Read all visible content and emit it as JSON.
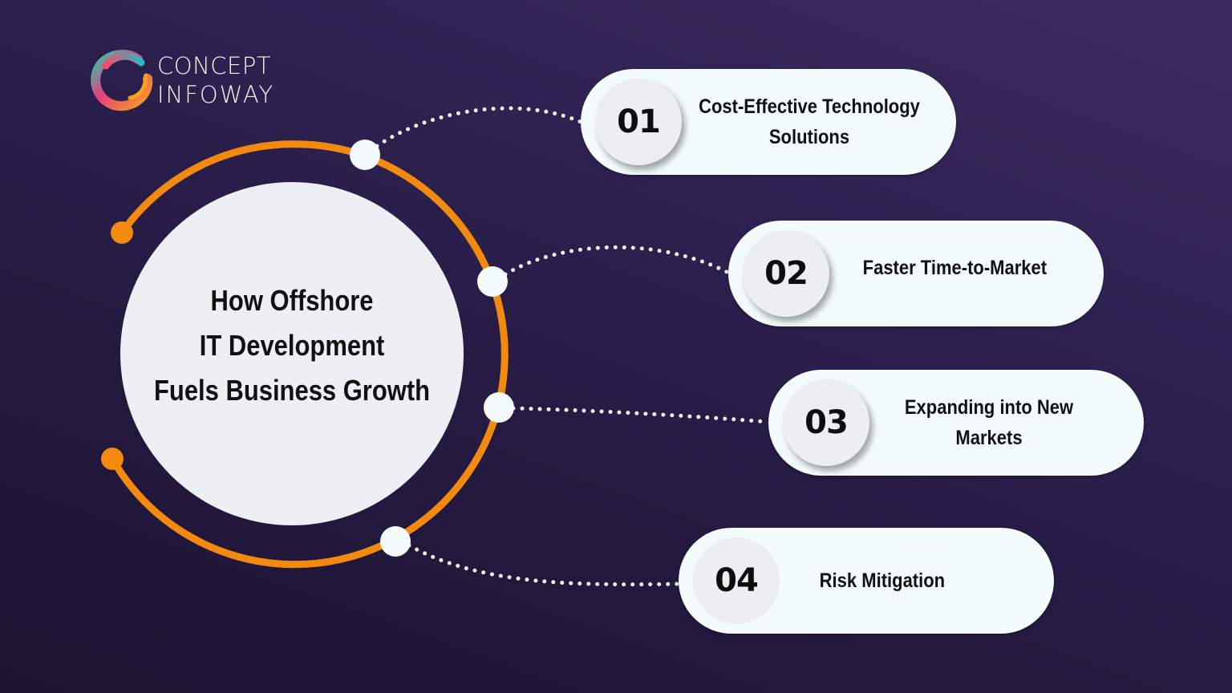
{
  "brand": {
    "line1": "CONCEPT",
    "line2": "INFOWAY",
    "logo_icon": "swirl-c-logo-icon"
  },
  "hub": {
    "title": "How Offshore\nIT Development\nFuels Business Growth"
  },
  "items": [
    {
      "number": "01",
      "label": "Cost-Effective Technology Solutions"
    },
    {
      "number": "02",
      "label": "Faster Time-to-Market"
    },
    {
      "number": "03",
      "label": "Expanding into New Markets"
    },
    {
      "number": "04",
      "label": "Risk Mitigation"
    }
  ],
  "colors": {
    "background_dark": "#1d1433",
    "background_light": "#3e2b5e",
    "accent_orange": "#f28a10",
    "pill_fill": "#f3fbfc",
    "hub_fill": "#eceff4",
    "text": "#111111"
  }
}
